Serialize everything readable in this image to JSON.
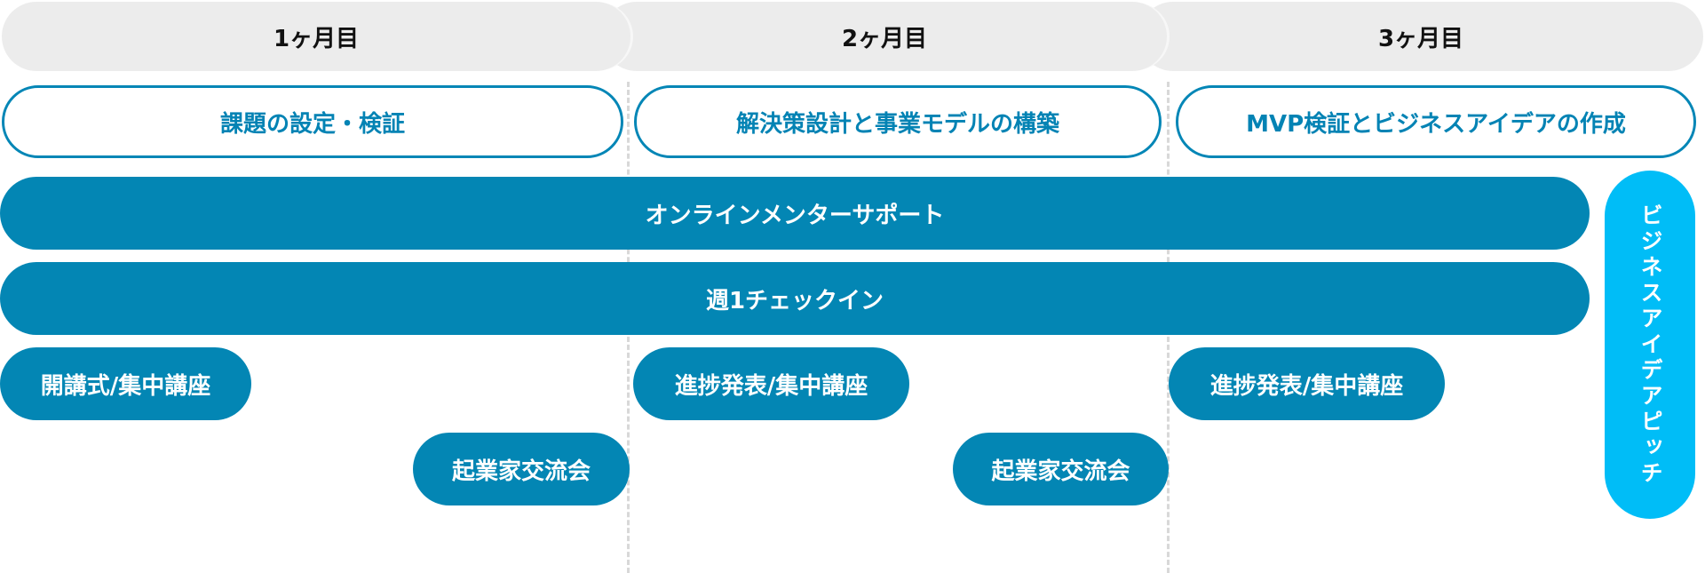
{
  "months": [
    "1ヶ月目",
    "2ヶ月目",
    "3ヶ月目"
  ],
  "phases": [
    "課題の設定・検証",
    "解決策設計と事業モデルの構築",
    "MVP検証とビジネスアイデアの作成"
  ],
  "ongoing": {
    "mentor_support": "オンラインメンターサポート",
    "weekly_checkin": "週1チェックイン"
  },
  "events": {
    "opening": "開講式/集中講座",
    "progress_2": "進捗発表/集中講座",
    "progress_3": "進捗発表/集中講座",
    "networking_1": "起業家交流会",
    "networking_2": "起業家交流会"
  },
  "final": {
    "pitch": "ビジネスアイデアピッチ"
  },
  "colors": {
    "primary": "#0386b4",
    "accent": "#00bdf7",
    "month_bg": "#ececec",
    "divider": "#d8d8d8"
  }
}
